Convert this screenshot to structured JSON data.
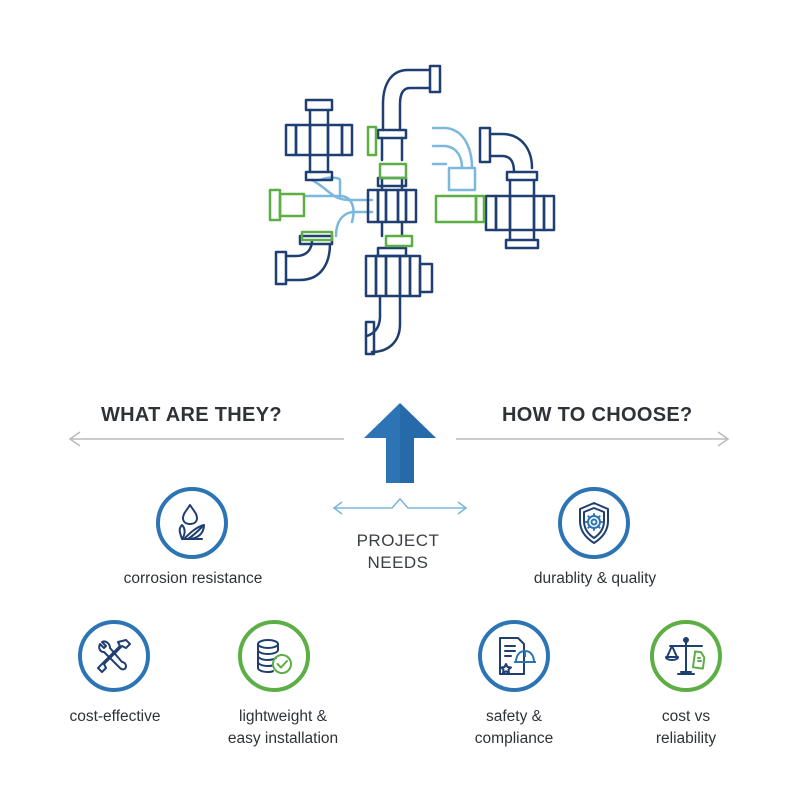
{
  "headings": {
    "left": "WHAT ARE THEY?",
    "right": "HOW TO CHOOSE?"
  },
  "center": {
    "line1": "PROJECT",
    "line2": "NEEDS"
  },
  "features": {
    "corrosion": "corrosion resistance",
    "cost_effective": "cost-effective",
    "lightweight_line1": "lightweight &",
    "lightweight_line2": "easy installation",
    "durability": "durablity & quality",
    "safety_line1": "safety &",
    "safety_line2": "compliance",
    "cost_vs_line1": "cost vs",
    "cost_vs_line2": "reliability"
  },
  "icons": {
    "corrosion": "water-drop-leaf-icon",
    "cost_effective": "wrench-screwdriver-icon",
    "lightweight": "stacked-coins-check-icon",
    "durability": "gear-shield-icon",
    "safety": "document-hardhat-icon",
    "cost_vs": "balance-scale-price-tag-icon"
  },
  "colors": {
    "blue": "#2d74b5",
    "navy": "#1f3f73",
    "light_blue": "#7bb8dd",
    "green": "#5cae45",
    "gray_arrow": "#b9bcc0",
    "text": "#2f3237"
  }
}
